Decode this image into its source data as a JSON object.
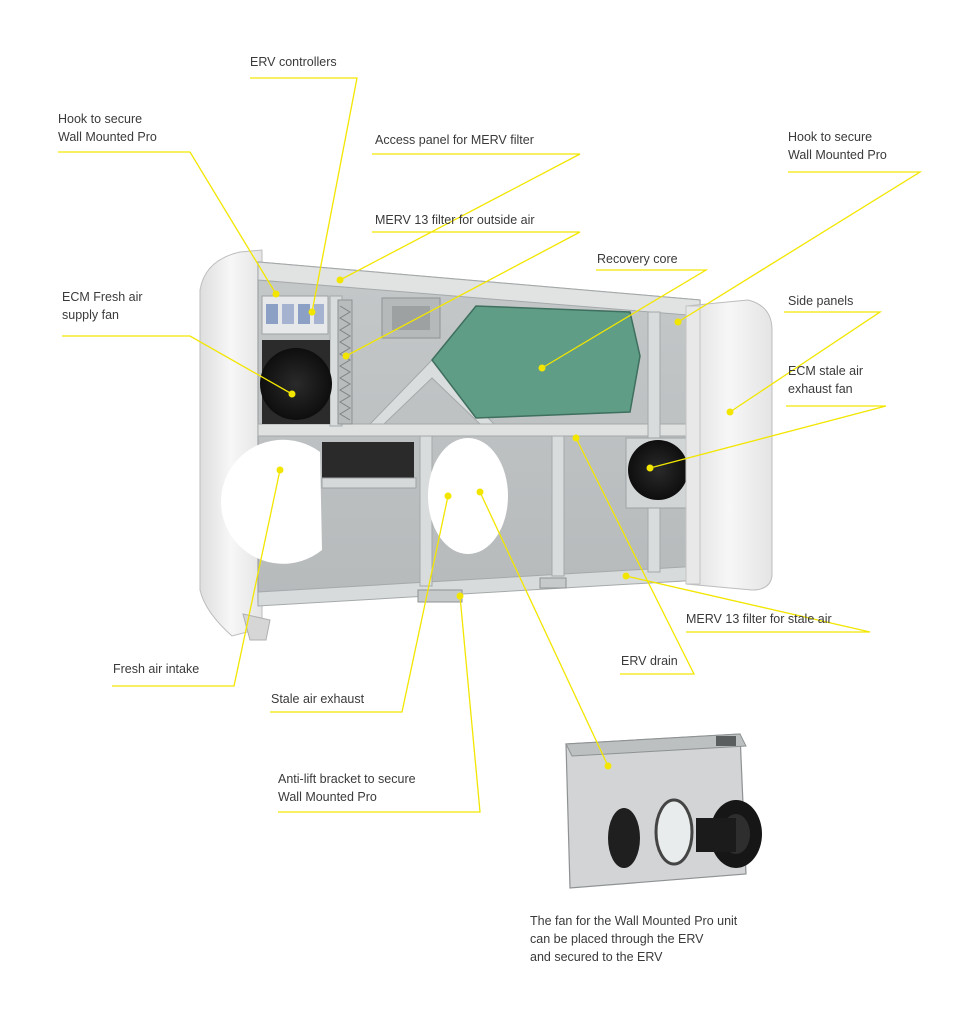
{
  "labels": {
    "erv_controllers": "ERV controllers",
    "hook_left_line1": "Hook to secure",
    "hook_left_line2": "Wall Mounted Pro",
    "access_panel": "Access panel for MERV filter",
    "hook_right_line1": "Hook to secure",
    "hook_right_line2": "Wall Mounted Pro",
    "merv13_outside": "MERV 13 filter for outside air",
    "recovery_core": "Recovery core",
    "ecm_fresh_line1": "ECM Fresh air",
    "ecm_fresh_line2": "supply fan",
    "side_panels": "Side panels",
    "ecm_stale_line1": "ECM stale air",
    "ecm_stale_line2": "exhaust fan",
    "merv13_stale": "MERV 13 filter for stale air",
    "erv_drain": "ERV drain",
    "fresh_intake": "Fresh air intake",
    "stale_exhaust": "Stale air exhaust",
    "anti_lift_line1": "Anti-lift bracket to secure",
    "anti_lift_line2": "Wall Mounted Pro",
    "caption_line1": "The fan for the Wall Mounted Pro unit",
    "caption_line2": "can be placed through the ERV",
    "caption_line3": "and secured to the ERV"
  },
  "colors": {
    "callout": "#f2e600",
    "casing": "#f3f3f3",
    "interior": "#cfd2d3",
    "core": "#5f9d86",
    "fan": "#1c1c1c"
  }
}
